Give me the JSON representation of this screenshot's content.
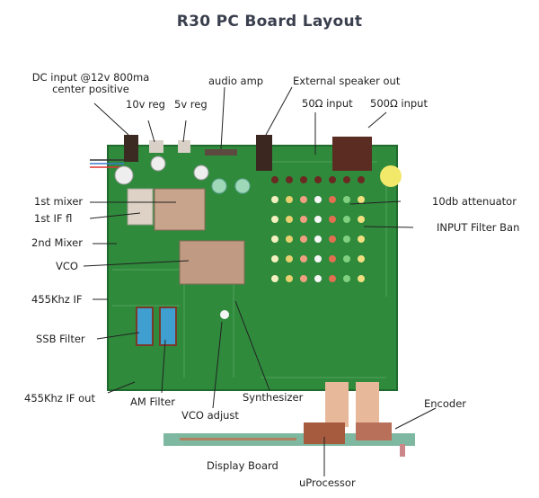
{
  "title": "R30 PC Board Layout",
  "labels": {
    "dc_input_line1": "DC input @12v 800ma",
    "dc_input_line2": "center positive",
    "reg_10v": "10v reg",
    "reg_5v": "5v reg",
    "audio_amp": "audio amp",
    "ext_speaker": "External speaker out",
    "input_50": "50Ω input",
    "input_500": "500Ω input",
    "first_mixer": "1st mixer",
    "first_if": "1st IF fl",
    "second_mixer": "2nd Mixer",
    "vco": "VCO",
    "if_455": "455Khz IF",
    "ssb_filter": "SSB Filter",
    "if_455_out": "455Khz IF out",
    "am_filter": "AM Filter",
    "vco_adjust": "VCO adjust",
    "synthesizer": "Synthesizer",
    "attenuator": "10db attenuator",
    "input_filter": "INPUT Filter Ban",
    "encoder": "Encoder",
    "display_board": "Display Board",
    "uprocessor": "uProcessor"
  },
  "colors": {
    "board": "#2f8a3c",
    "board_dark": "#1f6a2c",
    "shield": "#c9a48c",
    "filter_blue": "#3f9fd0",
    "label_text": "#222222",
    "title_text": "#3a3f4e"
  }
}
